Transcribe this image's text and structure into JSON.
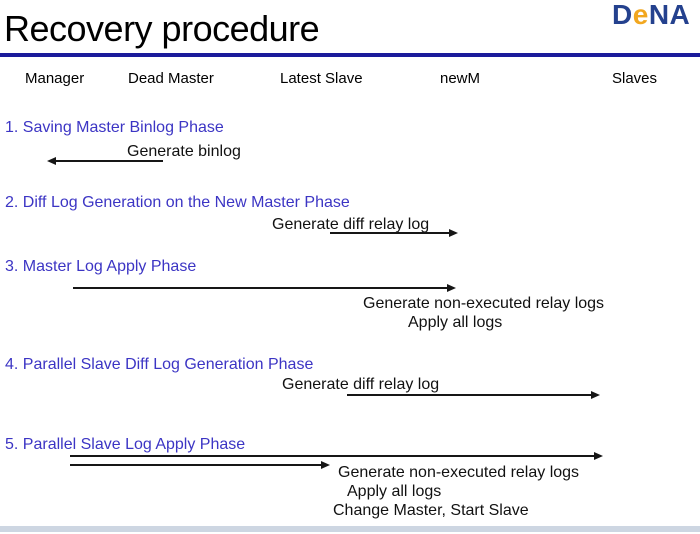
{
  "slide": {
    "title": "Recovery procedure",
    "logo": {
      "part_d": "D",
      "part_e": "e",
      "part_na": "NA"
    }
  },
  "columns": [
    "Manager",
    "Dead Master",
    "Latest Slave",
    "newM",
    "Slaves"
  ],
  "phases": [
    {
      "title": "1. Saving Master Binlog Phase",
      "labels": [
        "Generate binlog"
      ],
      "arrows": [
        {
          "direction": "left"
        }
      ]
    },
    {
      "title": "2. Diff Log Generation on the New Master Phase",
      "labels": [
        "Generate diff relay log"
      ],
      "arrows": [
        {
          "direction": "right"
        }
      ]
    },
    {
      "title": "3. Master Log Apply Phase",
      "labels": [
        "Generate non-executed relay logs",
        "Apply all logs"
      ],
      "arrows": [
        {
          "direction": "right"
        }
      ]
    },
    {
      "title": "4. Parallel Slave Diff Log Generation Phase",
      "labels": [
        "Generate diff relay log"
      ],
      "arrows": [
        {
          "direction": "right"
        }
      ]
    },
    {
      "title": "5. Parallel Slave Log Apply Phase",
      "labels": [
        "Generate non-executed relay logs",
        "Apply all logs",
        "Change Master, Start Slave"
      ],
      "arrows": [
        {
          "direction": "right"
        },
        {
          "direction": "right"
        }
      ]
    }
  ],
  "colors": {
    "navy_rule": "#1b1b9b",
    "phase_blue": "#3c35c4",
    "logo_navy": "#24418e",
    "logo_orange": "#f2a71f",
    "footer_strip": "#cdd6e2",
    "ink": "#111111"
  }
}
